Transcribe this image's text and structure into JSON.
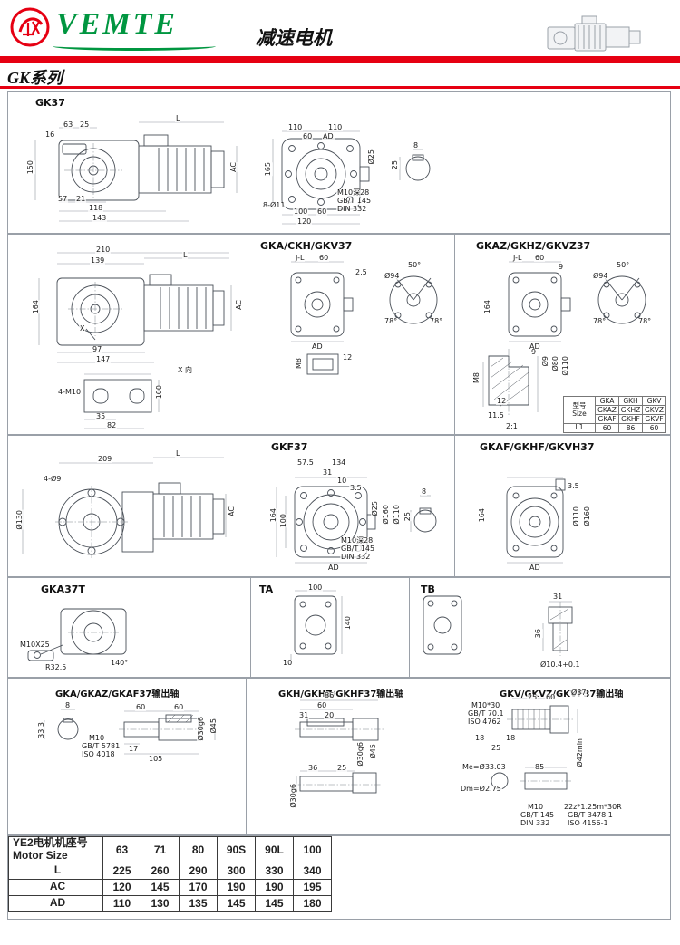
{
  "header": {
    "brand": "VEMTE",
    "doc_title": "减速电机",
    "series": "GK系列"
  },
  "p1": {
    "title": "GK37",
    "dims": [
      "63",
      "25",
      "L",
      "16",
      "150",
      "AC",
      "57",
      "21",
      "118",
      "143",
      "110",
      "110",
      "60",
      "AD",
      "165",
      "8-Ø11",
      "100",
      "60",
      "120",
      "M10深28",
      "GB/T 145",
      "DIN 332",
      "Ø25",
      "8",
      "25"
    ]
  },
  "p2": {
    "title_left": "GKA/CKH/GKV37",
    "title_right": "GKAZ/GKHZ/GKVZ37",
    "dims_left": [
      "210",
      "139",
      "L",
      "164",
      "AC",
      "X",
      "97",
      "147",
      "J-L",
      "60",
      "2.5",
      "AD",
      "12",
      "M8",
      "Ø94",
      "50°",
      "78°",
      "78°",
      "X 向",
      "4-M10",
      "100",
      "35",
      "82"
    ],
    "dims_right": [
      "J-L",
      "60",
      "9",
      "164",
      "AD",
      "Ø94",
      "50°",
      "78°",
      "78°",
      "9",
      "Ø9",
      "Ø80",
      "Ø110",
      "M8",
      "12",
      "11.5",
      "2:1"
    ],
    "size_table": {
      "label_cn": "型号",
      "label_en": "Size",
      "rows": [
        [
          "GKA",
          "GKH",
          "GKV"
        ],
        [
          "GKAZ",
          "GKHZ",
          "GKVZ"
        ],
        [
          "GKAF",
          "GKHF",
          "GKVF"
        ]
      ],
      "l1_label": "L1",
      "l1_values": [
        "60",
        "86",
        "60"
      ]
    }
  },
  "p3": {
    "title_left": "GKF37",
    "title_right": "GKAF/GKHF/GKVH37",
    "dims": [
      "209",
      "L",
      "4-Ø9",
      "Ø130",
      "AC",
      "164",
      "100",
      "57.5",
      "134",
      "31",
      "10",
      "3.5",
      "Ø25",
      "Ø160",
      "Ø110",
      "M10深28",
      "GB/T 145",
      "DIN 332",
      "AD",
      "25",
      "8",
      "3.5",
      "164",
      "Ø110",
      "Ø160",
      "AD"
    ]
  },
  "p4": {
    "title_left": "GKA37T",
    "title_mid": "TA",
    "title_right": "TB",
    "dims": [
      "M10X25",
      "R32.5",
      "140°",
      "100",
      "140",
      "10",
      "31",
      "36",
      "Ø10.4+0.1"
    ]
  },
  "p5": {
    "title_left": "GKA/GKAZ/GKAF37输出轴",
    "title_mid": "GKH/GKHZ/GKHF37输出轴",
    "title_right": "GKV/GKVZ/GKVF37输出轴",
    "dims_left": [
      "8",
      "33.3",
      "M10",
      "GB/T 5781",
      "ISO 4018",
      "60",
      "60",
      "17",
      "105",
      "Ø30g6",
      "Ø45"
    ],
    "dims_mid": [
      "86",
      "60",
      "31",
      "20",
      "Ø30g6",
      "Ø45",
      "36",
      "25",
      "Ø30g6"
    ],
    "dims_right": [
      "25",
      "60",
      "Ø37",
      "M10*30",
      "GB/T 70.1",
      "ISO 4762",
      "18",
      "18",
      "25",
      "Ø42min",
      "85",
      "Me=Ø33.03",
      "Dm=Ø2.75",
      "M10",
      "GB/T 145",
      "DIN 332",
      "22z*1.25m*30R",
      "GB/T 3478.1",
      "ISO 4156-1"
    ]
  },
  "motor_table": {
    "label_cn": "YE2电机机座号",
    "label_en": "Motor Size",
    "columns": [
      "63",
      "71",
      "80",
      "90S",
      "90L",
      "100"
    ],
    "rows": [
      {
        "label": "L",
        "values": [
          "225",
          "260",
          "290",
          "300",
          "330",
          "340"
        ]
      },
      {
        "label": "AC",
        "values": [
          "120",
          "145",
          "170",
          "190",
          "190",
          "195"
        ]
      },
      {
        "label": "AD",
        "values": [
          "110",
          "130",
          "135",
          "145",
          "145",
          "180"
        ]
      }
    ]
  }
}
